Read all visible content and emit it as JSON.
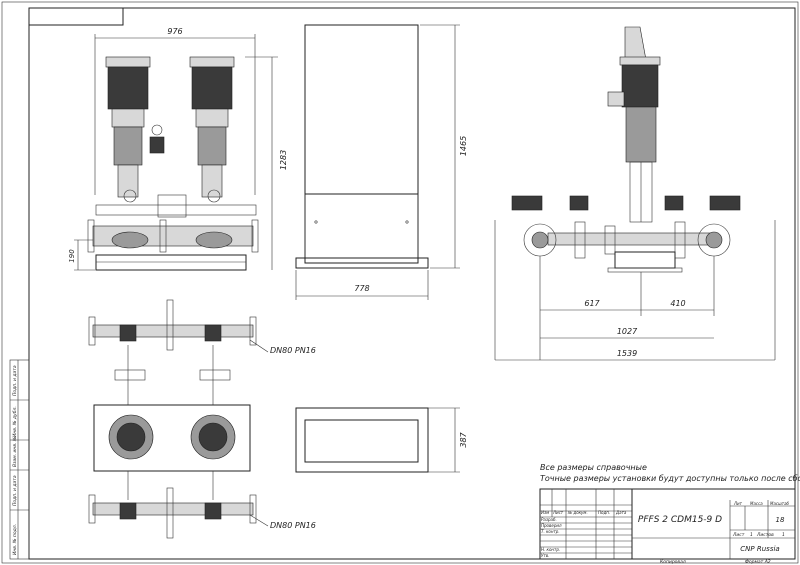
{
  "dimensions": {
    "front_width": "976",
    "front_height": "1283",
    "front_base": "190",
    "side_height": "1465",
    "side_width": "778",
    "plan_depth": "387",
    "right_a": "617",
    "right_b": "410",
    "right_c": "1027",
    "right_total": "1539"
  },
  "callouts": {
    "dn_top": "DN80 PN16",
    "dn_bottom": "DN80 PN16"
  },
  "notes": {
    "line1": "Все размеры справочные",
    "line2": "Точные размеры установки будут доступны только после сборки"
  },
  "title_block": {
    "designation": "PFFS 2 CDM15-9 D",
    "col_izm": "Изм",
    "col_list": "Лист",
    "col_ndoc": "№ докум.",
    "col_podp": "Подп.",
    "col_data": "Дата",
    "row_razrab": "Разраб.",
    "row_prov": "Провeрил",
    "row_tkontr": "Т. контр.",
    "row_nkontr": "Н. контр.",
    "row_utv": "Утв.",
    "lit": "Лит",
    "massa": "Масса",
    "masshtab": "Масштаб",
    "scale_value": "18",
    "sheet_label": "Лист",
    "sheet_value": "1",
    "sheets_label": "Листов",
    "sheets_value": "1",
    "company": "CNP Russia",
    "kopiroval": "Копировал",
    "format": "Формат A2"
  },
  "side_strip": {
    "s1": "Инв. № подл.",
    "s2": "Подп. и дата",
    "s3": "Взам. инв. №",
    "s4": "Инв. № дубл.",
    "s5": "Подп. и дата"
  }
}
